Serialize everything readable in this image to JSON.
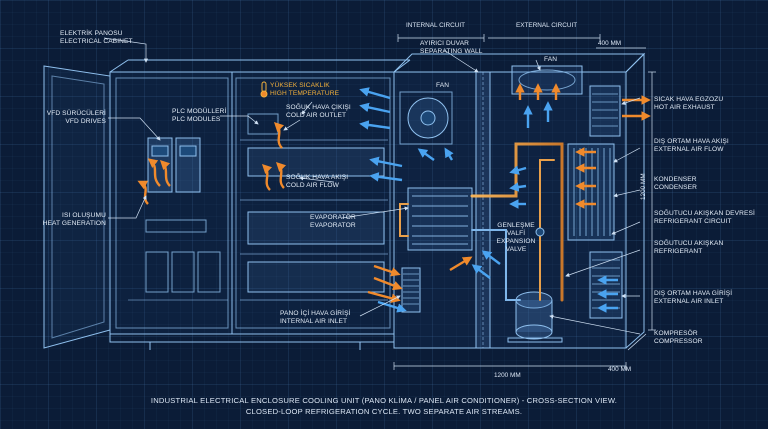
{
  "labels": {
    "cabinet": [
      "ELEKTRİK PANOSU",
      "ELECTRICAL CABINET"
    ],
    "vfd": [
      "VFD SÜRÜCÜLERİ",
      "VFD DRIVES"
    ],
    "heat_gen": [
      "ISI OLUŞUMU",
      "HEAT GENERATION"
    ],
    "plc": [
      "PLC MODÜLLERİ",
      "PLC MODULES"
    ],
    "high_temp": [
      "YÜKSEK SICAKLIK",
      "HIGH TEMPERATURE"
    ],
    "cold_outlet": [
      "SOĞUK HAVA ÇIKIŞI",
      "COLD AIR OUTLET"
    ],
    "cold_flow": [
      "SOĞUK HAVA AKIŞI",
      "COLD AIR FLOW"
    ],
    "evaporator": [
      "EVAPORATÖR",
      "EVAPORATOR"
    ],
    "internal_inlet": [
      "PANO İÇİ HAVA GİRİŞİ",
      "INTERNAL AIR INLET"
    ],
    "separating_wall": [
      "AYIRICI DUVAR",
      "SEPARATING WALL"
    ],
    "fan_left": "FAN",
    "fan_right": "FAN",
    "expansion_valve": [
      "GENLEŞME",
      "VALFİ",
      "EXPANSION",
      "VALVE"
    ],
    "hot_exhaust": [
      "SICAK HAVA EGZOZU",
      "HOT AIR EXHAUST"
    ],
    "ext_flow": [
      "DIŞ ORTAM HAVA AKIŞI",
      "EXTERNAL AIR FLOW"
    ],
    "condenser": [
      "KONDENSER",
      "CONDENSER"
    ],
    "ref_circuit": [
      "SOĞUTUCU AKIŞKAN DEVRESİ",
      "REFRIGERANT CIRCUIT"
    ],
    "refrigerant": [
      "SOĞUTUCU AKIŞKAN",
      "REFRIGERANT"
    ],
    "ext_inlet": [
      "DIŞ ORTAM HAVA GİRİŞİ",
      "EXTERNAL AIR INLET"
    ],
    "compressor": [
      "KOMPRESÖR",
      "COMPRESSOR"
    ]
  },
  "dimensions": {
    "internal_circuit": "INTERNAL CIRCUIT",
    "external_circuit": "EXTERNAL CIRCUIT",
    "depth_top": "400 MM",
    "height": "1200 MM",
    "width": "1200 MM",
    "depth_bottom": "400 MM"
  },
  "caption": [
    "INDUSTRIAL ELECTRICAL ENCLOSURE COOLING UNIT (PANO KLİMA / PANEL AIR CONDITIONER) - CROSS-SECTION VIEW.",
    "CLOSED-LOOP REFRIGERATION CYCLE. TWO SEPARATE AIR STREAMS."
  ],
  "colors": {
    "line": "#8fc0ee",
    "cold": "#4aa3f0",
    "hot": "#f08a2c",
    "pipe": "#e9a04a"
  }
}
